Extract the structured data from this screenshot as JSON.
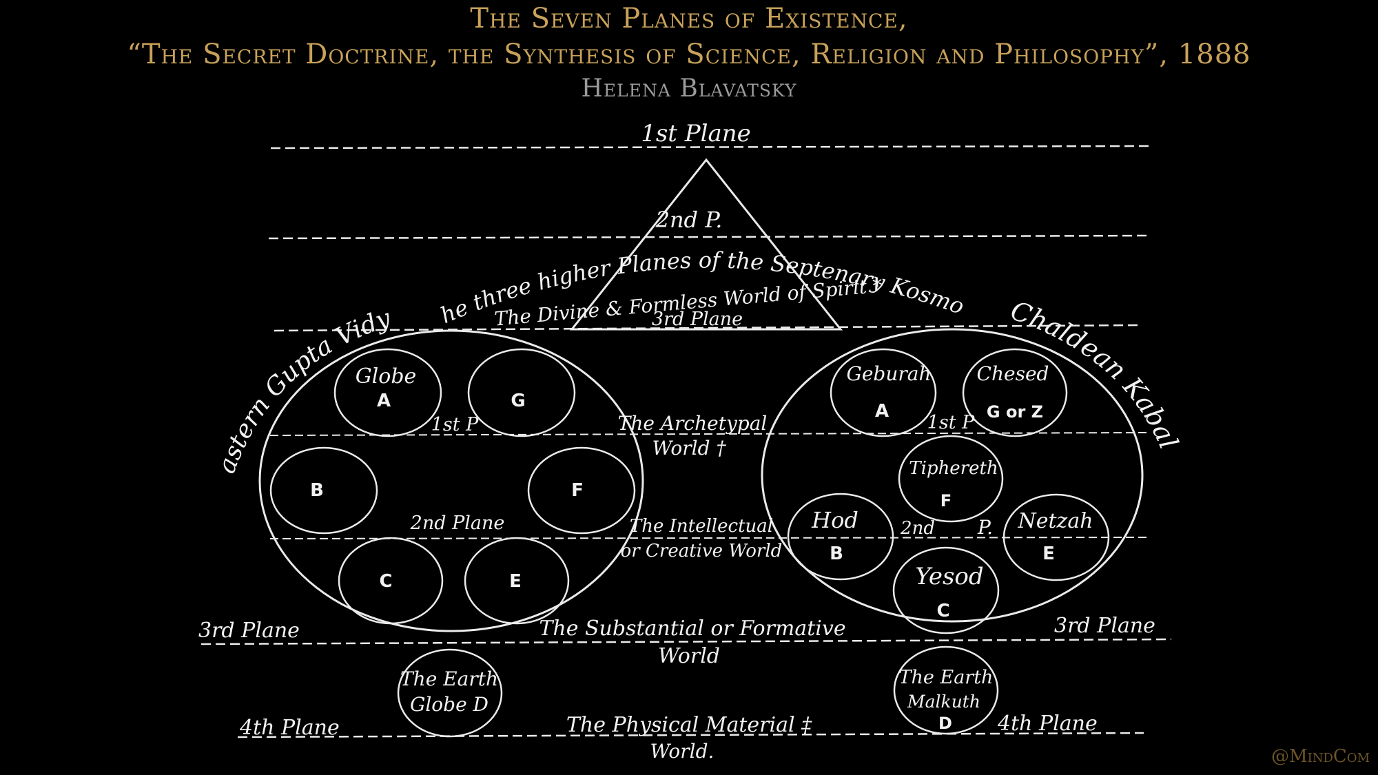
{
  "header": {
    "title": "The Seven Planes of Existence,",
    "subtitle": "“The Secret Doctrine, the Synthesis of Science, Religion and Philosophy”, 1888",
    "author": "Helena Blavatsky"
  },
  "watermark": "@MindCom",
  "diagram": {
    "plane_1": "1st Plane",
    "plane_2_short": "2nd P.",
    "higher_planes": "The three higher Planes of the Septenary Kosmos",
    "divine_world": "The Divine & Formless World of Spirit *",
    "plane_3_top": "3rd Plane",
    "eastern_label": "Eastern Gupta Vidya",
    "chaldean_label": "Chaldean Kabala",
    "archetypal_world": [
      "The Archetypal",
      "World †"
    ],
    "intellectual_world": [
      "The Intellectual",
      "or Creative World"
    ],
    "substantial_world": [
      "The Substantial or Formative",
      "World"
    ],
    "physical_world": [
      "The Physical Material ‡",
      "World."
    ],
    "left": {
      "globe_a": [
        "Globe",
        "A"
      ],
      "globe_g": "G",
      "globe_b": "B",
      "globe_f": "F",
      "globe_c": "C",
      "globe_e": "E",
      "first_p": "1st P",
      "second_plane": "2nd Plane",
      "third_plane": "3rd Plane",
      "fourth_plane": "4th Plane",
      "earth": [
        "The Earth",
        "Globe D"
      ]
    },
    "right": {
      "geburah": [
        "Geburah",
        "A"
      ],
      "chesed": [
        "Chesed",
        "G or Z"
      ],
      "first_p": "1st P",
      "tiphereth": [
        "Tiphereth",
        "F"
      ],
      "hod": [
        "Hod",
        "B"
      ],
      "second_p": "2nd",
      "p": "P.",
      "netzah": [
        "Netzah",
        "E"
      ],
      "yesod": [
        "Yesod",
        "C"
      ],
      "third_plane": "3rd Plane",
      "fourth_plane": "4th Plane",
      "earth": [
        "The Earth",
        "Malkuth",
        "D"
      ]
    }
  }
}
